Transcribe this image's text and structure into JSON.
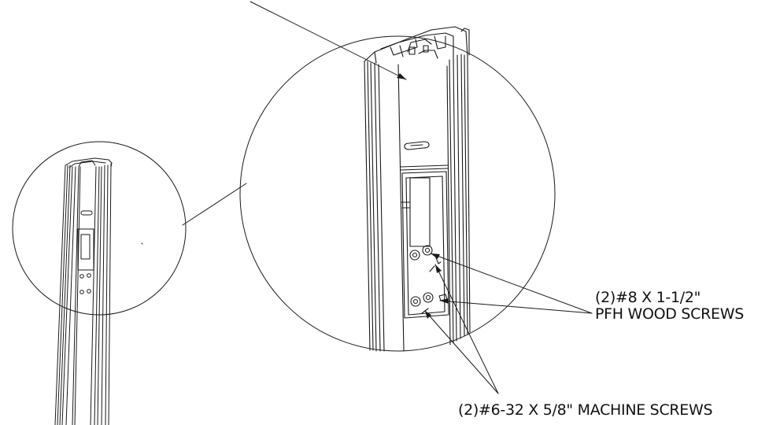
{
  "callouts": {
    "wood_screws": {
      "line1": "(2)#8 X 1-1/2\"",
      "line2": "PFH WOOD SCREWS"
    },
    "machine_screws": {
      "text": "(2)#6-32 X 5/8\" MACHINE SCREWS"
    }
  },
  "colors": {
    "line": "#1a1a1a",
    "background": "#ffffff"
  }
}
